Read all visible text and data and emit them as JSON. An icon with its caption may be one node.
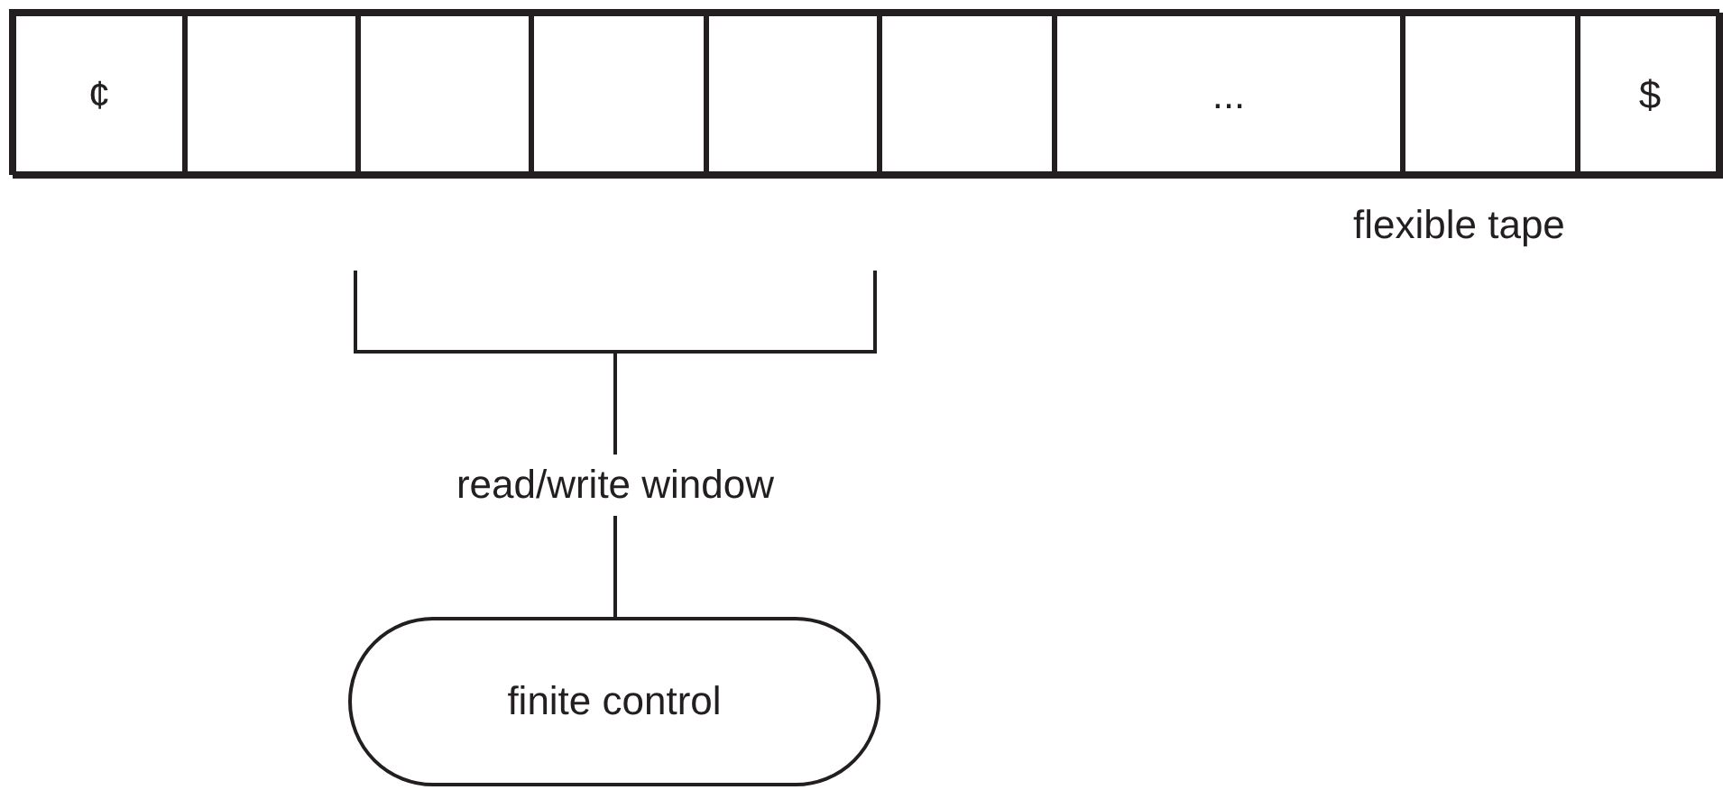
{
  "diagram": {
    "nodes": [
      {
        "text": [],
        "shape": "bar",
        "beside": [
          "flexible tape"
        ]
      },
      {
        "text": [
          "¢"
        ],
        "in": 0
      },
      {
        "text": [],
        "shape": "box",
        "in": 0
      },
      {
        "text": [],
        "shape": "box",
        "in": 0
      },
      {
        "text": [],
        "shape": "box",
        "in": 0
      },
      {
        "text": [],
        "shape": "box",
        "in": 0
      },
      {
        "text": [],
        "shape": "box",
        "in": 0
      },
      {
        "text": [
          "..."
        ],
        "in": 0
      },
      {
        "text": [],
        "shape": "box",
        "in": 0
      },
      {
        "text": [
          "$"
        ],
        "in": 0
      },
      {
        "text": [],
        "shape": "bracket"
      },
      {
        "text": [
          "finite control"
        ]
      }
    ],
    "edges": [
      {
        "from": 11,
        "to": 10,
        "arrow": "none",
        "label": "read/write window"
      }
    ]
  }
}
